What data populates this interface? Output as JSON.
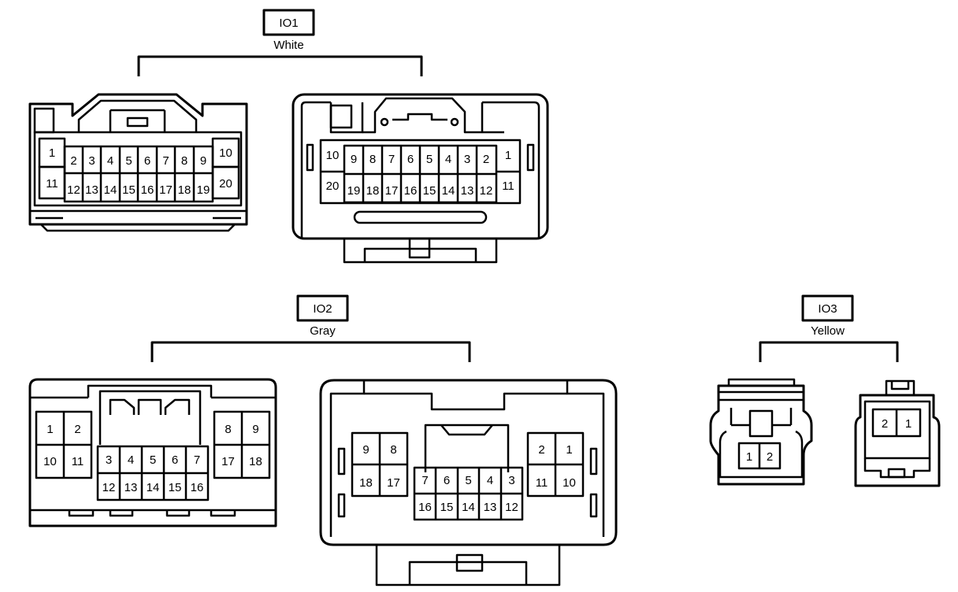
{
  "groups": [
    {
      "id": "IO1",
      "name": "IO1",
      "color": "White"
    },
    {
      "id": "IO2",
      "name": "IO2",
      "color": "Gray"
    },
    {
      "id": "IO3",
      "name": "IO3",
      "color": "Yellow"
    }
  ],
  "connectors": {
    "io1_left": {
      "row1": [
        "1",
        "2",
        "3",
        "4",
        "5",
        "6",
        "7",
        "8",
        "9",
        "10"
      ],
      "row2": [
        "11",
        "12",
        "13",
        "14",
        "15",
        "16",
        "17",
        "18",
        "19",
        "20"
      ]
    },
    "io1_right": {
      "row1": [
        "10",
        "9",
        "8",
        "7",
        "6",
        "5",
        "4",
        "3",
        "2",
        "1"
      ],
      "row2": [
        "20",
        "19",
        "18",
        "17",
        "16",
        "15",
        "14",
        "13",
        "12",
        "11"
      ]
    },
    "io2_left": {
      "left_block": [
        "1",
        "2",
        "10",
        "11"
      ],
      "center_top": [
        "3",
        "4",
        "5",
        "6",
        "7"
      ],
      "center_bottom": [
        "12",
        "13",
        "14",
        "15",
        "16"
      ],
      "right_block": [
        "8",
        "9",
        "17",
        "18"
      ]
    },
    "io2_right": {
      "left_block": [
        "9",
        "8",
        "18",
        "17"
      ],
      "center_top": [
        "7",
        "6",
        "5",
        "4",
        "3"
      ],
      "center_bottom": [
        "16",
        "15",
        "14",
        "13",
        "12"
      ],
      "right_block": [
        "2",
        "1",
        "11",
        "10"
      ]
    },
    "io3_left": {
      "pins": [
        "1",
        "2"
      ]
    },
    "io3_right": {
      "pins": [
        "2",
        "1"
      ]
    }
  }
}
